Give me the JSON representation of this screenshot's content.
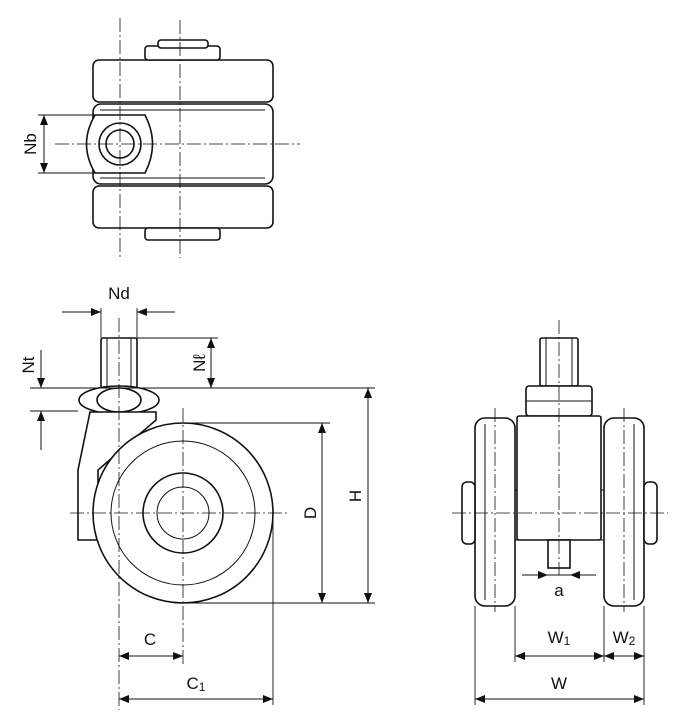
{
  "dimension_labels": {
    "nb": "Nb",
    "nd": "Nd",
    "nt": "Nt",
    "nl": "Nℓ",
    "d": "D",
    "h": "H",
    "c": "C",
    "c1_main": "C",
    "c1_sub": "1",
    "a": "a",
    "w1_main": "W",
    "w1_sub": "1",
    "w2_main": "W",
    "w2_sub": "2",
    "w": "W"
  }
}
